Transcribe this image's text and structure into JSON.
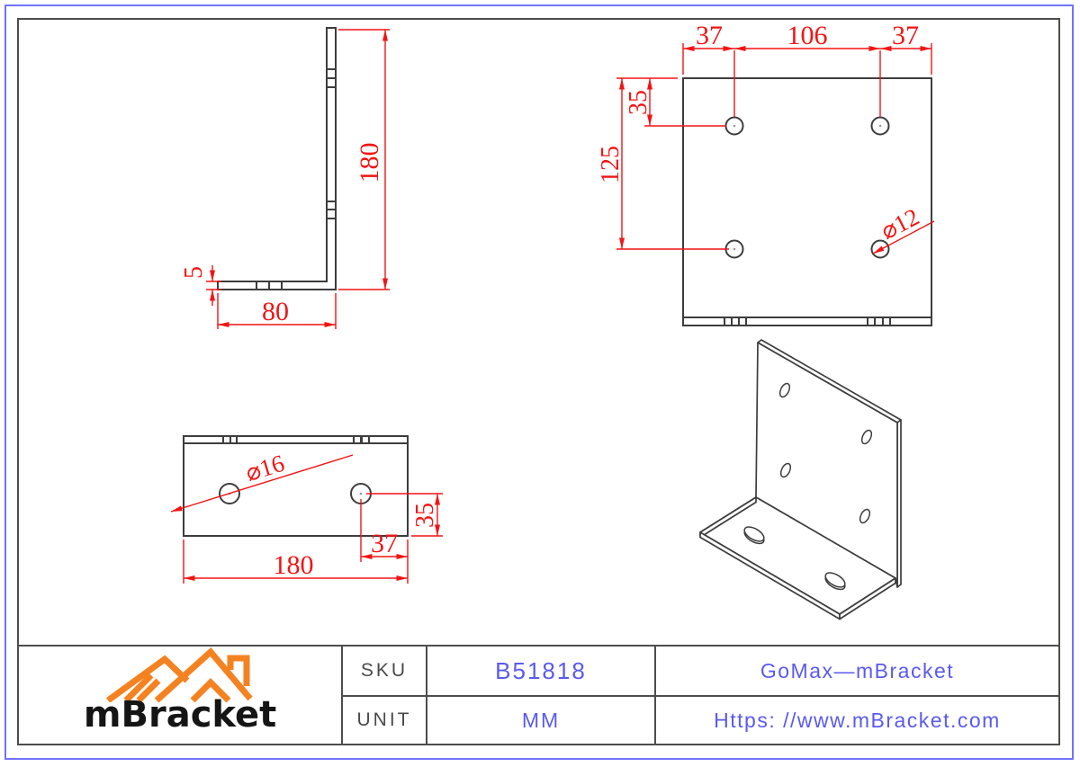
{
  "colors": {
    "dimension_red": "#f21414",
    "part_line_gray": "#3d3d3d",
    "value_blue": "#5a5af0",
    "outer_border_blue": "#7272ff",
    "inner_frame_gray": "#4d4d4d",
    "logo_orange": "#f58220",
    "label_gray": "#4a4a4a"
  },
  "views": {
    "side_view": {
      "height": "180",
      "thickness": "5",
      "depth": "80"
    },
    "face_view": {
      "hole_left_offset": "37",
      "hole_spacing": "106",
      "hole_right_offset": "37",
      "hole_top_offset": "35",
      "hole_bottom_offset": "125",
      "hole_diameter": "⌀12"
    },
    "base_view": {
      "hole_diameter": "⌀16",
      "hole_edge_offset": "35",
      "hole_end_offset": "37",
      "length": "180"
    }
  },
  "title_block": {
    "logo_text": "mBracket",
    "sku_label": "SKU",
    "sku_value": "B51818",
    "brand": "GoMax—mBracket",
    "unit_label": "UNIT",
    "unit_value": "MM",
    "website": "Https: //www.mBracket.com"
  }
}
